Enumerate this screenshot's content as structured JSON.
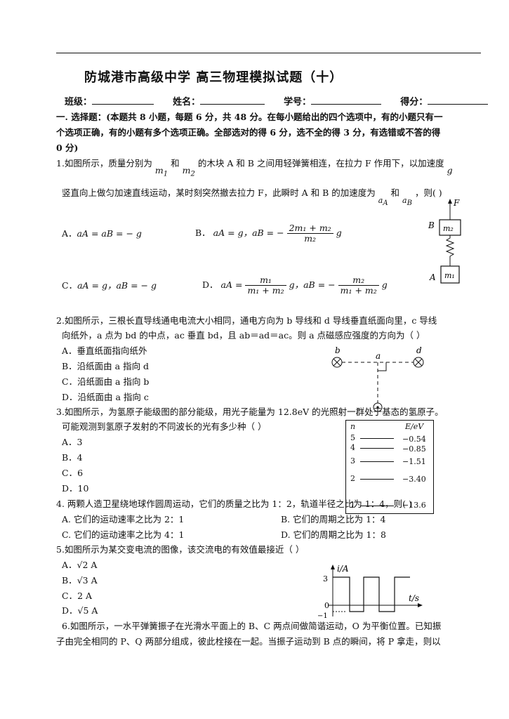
{
  "header": {
    "title": "防城港市高级中学 高三物理模拟试题（十）",
    "class_label": "班级：",
    "name_label": "姓名：",
    "id_label": "学号：",
    "score_label": "得分："
  },
  "section1": {
    "line1": "一. 选择题：(本题共 8 小题，每题 6 分，共 48 分。在每小题给出的四个选项中，有的小题只有一",
    "line2": "个选项正确，有的小题有多个选项正确。全部选对的得 6 分，选不全的得 3 分，有选错或不答的得",
    "line3": "0 分)"
  },
  "q1": {
    "p1a": "1.如图所示，质量分别为",
    "m1": "m",
    "m1sub": "1",
    "and": "和",
    "m2": "m",
    "m2sub": "2",
    "p1b": "的木块 A 和 B 之间用轻弹簧相连，在拉力 F 作用下，以加速度",
    "g": "g",
    "p2": "竖直向上做匀加速直线运动，某时刻突然撤去拉力 F，此瞬时 A 和 B 的加速度为",
    "aA": "a",
    "aAsub": "A",
    "and2": "和",
    "aB": "a",
    "aBsub": "B",
    "end": "，则(    )",
    "optA_label": "A．",
    "optA": "aA = aB = − g",
    "optB_label": "B．",
    "optB_1": "aA = g，aB = −",
    "optB_num": "2m₁ + m₂",
    "optB_den": "m₂",
    "optB_g": "g",
    "optC_label": "C．",
    "optC": "aA = g，aB = − g",
    "optD_label": "D．",
    "optD_1": "aA =",
    "optD_num1": "m₁",
    "optD_den1": "m₁ + m₂",
    "optD_mid": "g，aB = −",
    "optD_num2": "m₂",
    "optD_den2": "m₁ + m₂",
    "optD_g": "g",
    "fig_F": "F",
    "fig_B": "B",
    "fig_A": "A",
    "fig_m2": "m₂",
    "fig_m1": "m₁"
  },
  "q2": {
    "line1": "2.如图所示，三根长直导线通电电流大小相同，通电方向为 b 导线和 d 导线垂直纸面向里，c 导线",
    "line2": "向纸外，a 点为 bd 的中点，ac 垂直 bd，且 ab＝ad＝ac。则 a 点磁感应强度的方向为（     ）",
    "optA": "A．垂直纸面指向纸外",
    "optB": "B．沿纸面由 a 指向 d",
    "optC": "C．沿纸面由 a 指向 b",
    "optD": "D．沿纸面由 a 指向 c",
    "fig_b": "b",
    "fig_a": "a",
    "fig_d": "d"
  },
  "q3": {
    "line1": "3.如图所示，为氢原子能级图的部分能级，用光子能量为 12.8eV 的光照射一群处于基态的氢原子。",
    "line2": "可能观测到氢原子发射的不同波长的光有多少种（     ）",
    "optA": "A．3",
    "optB": "B．4",
    "optC": "C．6",
    "optD": "D．10",
    "fig_n": "n",
    "fig_E": "E/eV",
    "levels": [
      {
        "n": "5",
        "E": "−0.54"
      },
      {
        "n": "4",
        "E": "−0.85"
      },
      {
        "n": "3",
        "E": "−1.51"
      },
      {
        "n": "2",
        "E": "−3.40"
      },
      {
        "n": "1",
        "E": "−13.6"
      }
    ]
  },
  "q4": {
    "line1": "4. 两颗人造卫星绕地球作圆周运动，它们的质量之比为 1：2，轨道半径之比为 1：4，则(        )",
    "optA": "A.  它们的运动速率之比为 2：1",
    "optB": "B.  它们的周期之比为 1：4",
    "optC": "C.  它们的运动速率之比为 4：1",
    "optD": "D.  它们的周期之比为 1：8"
  },
  "q5": {
    "line1": "5.如图所示为某交变电流的图像，该交流电的有效值最接近（      ）",
    "optA_label": "A．",
    "optA": "√2  A",
    "optB_label": "B．",
    "optB": "√3  A",
    "optC_label": "C．",
    "optC": "2  A",
    "optD_label": "D．",
    "optD": "√5  A",
    "fig_ylabel": "i/A",
    "fig_3": "3",
    "fig_0": "0",
    "fig_m1": "−1",
    "fig_xlabel": "t/s"
  },
  "q6": {
    "line1": "6.如图所示，一水平弹簧振子在光滑水平面上的 B、C 两点间做简谐运动，O 为平衡位置。已知振",
    "line2": "子由完全相同的 P、Q 两部分组成，彼此栓接在一起。当振子运动到 B 点的瞬间，将 P 拿走，则以"
  }
}
